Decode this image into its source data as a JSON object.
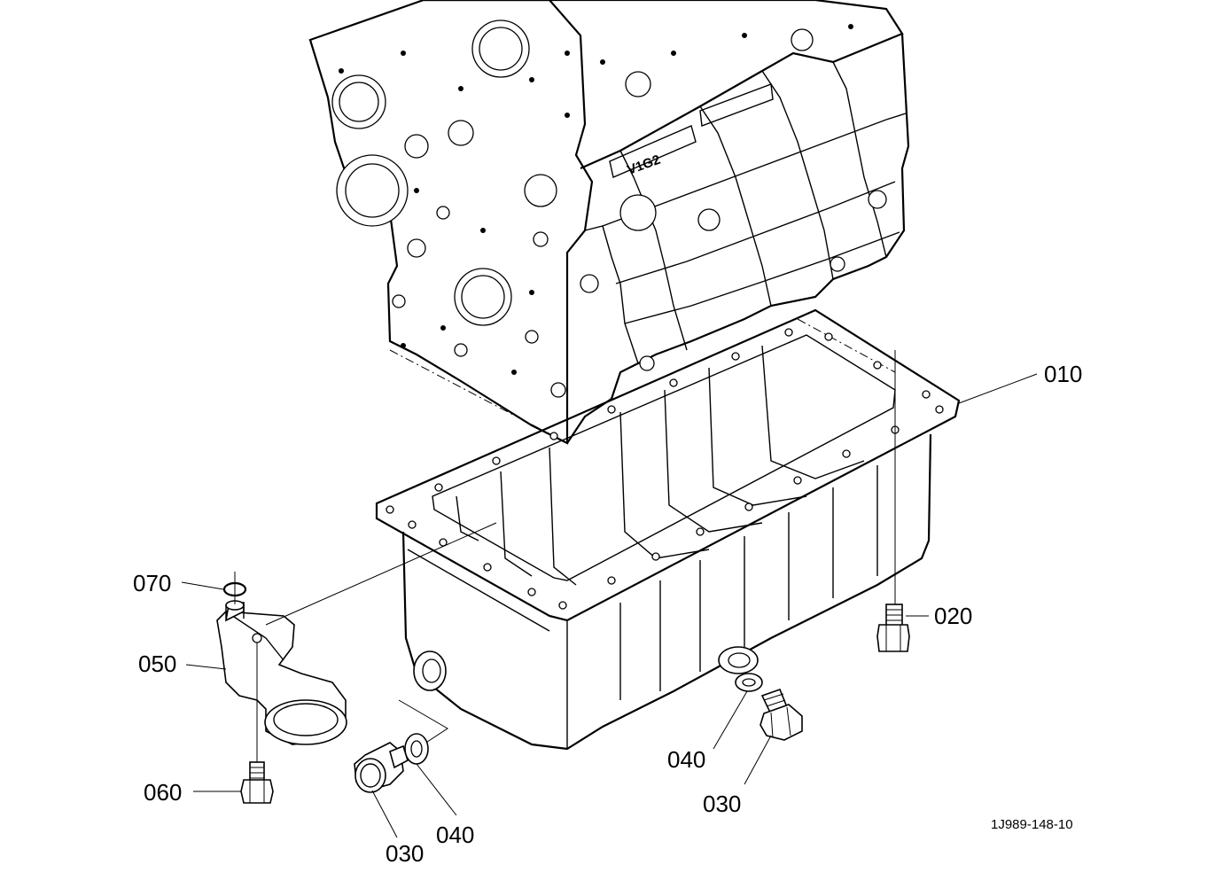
{
  "labels": {
    "oil_pan": "010",
    "pan_bolt": "020",
    "drain_plug_left": "030",
    "drain_plug_right": "030",
    "gasket_left": "040",
    "gasket_right": "040",
    "oil_strainer": "050",
    "strainer_bolt": "060",
    "o_ring": "070"
  },
  "block_marking": "V1G2",
  "drawing_code": "1J989-148-10"
}
